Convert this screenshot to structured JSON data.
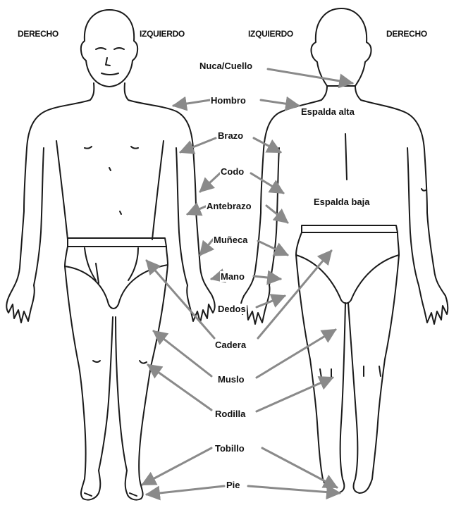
{
  "sides": {
    "front_right": "DERECHO",
    "front_left": "IZQUIERDO",
    "back_left": "IZQUIERDO",
    "back_right": "DERECHO"
  },
  "parts": [
    {
      "id": "neck",
      "label": "Nuca/Cuello"
    },
    {
      "id": "shoulder",
      "label": "Hombro"
    },
    {
      "id": "upper-back",
      "label": "Espalda alta"
    },
    {
      "id": "arm",
      "label": "Brazo"
    },
    {
      "id": "elbow",
      "label": "Codo"
    },
    {
      "id": "lower-back",
      "label": "Espalda baja"
    },
    {
      "id": "forearm",
      "label": "Antebrazo"
    },
    {
      "id": "wrist",
      "label": "Muñeca"
    },
    {
      "id": "hand",
      "label": "Mano"
    },
    {
      "id": "fingers",
      "label": "Dedos"
    },
    {
      "id": "hip",
      "label": "Cadera"
    },
    {
      "id": "thigh",
      "label": "Muslo"
    },
    {
      "id": "knee",
      "label": "Rodilla"
    },
    {
      "id": "ankle",
      "label": "Tobillo"
    },
    {
      "id": "foot",
      "label": "Pie"
    }
  ],
  "colors": {
    "outline": "#1a1a1a",
    "arrow": "#8a8a8a",
    "text": "#111111"
  }
}
